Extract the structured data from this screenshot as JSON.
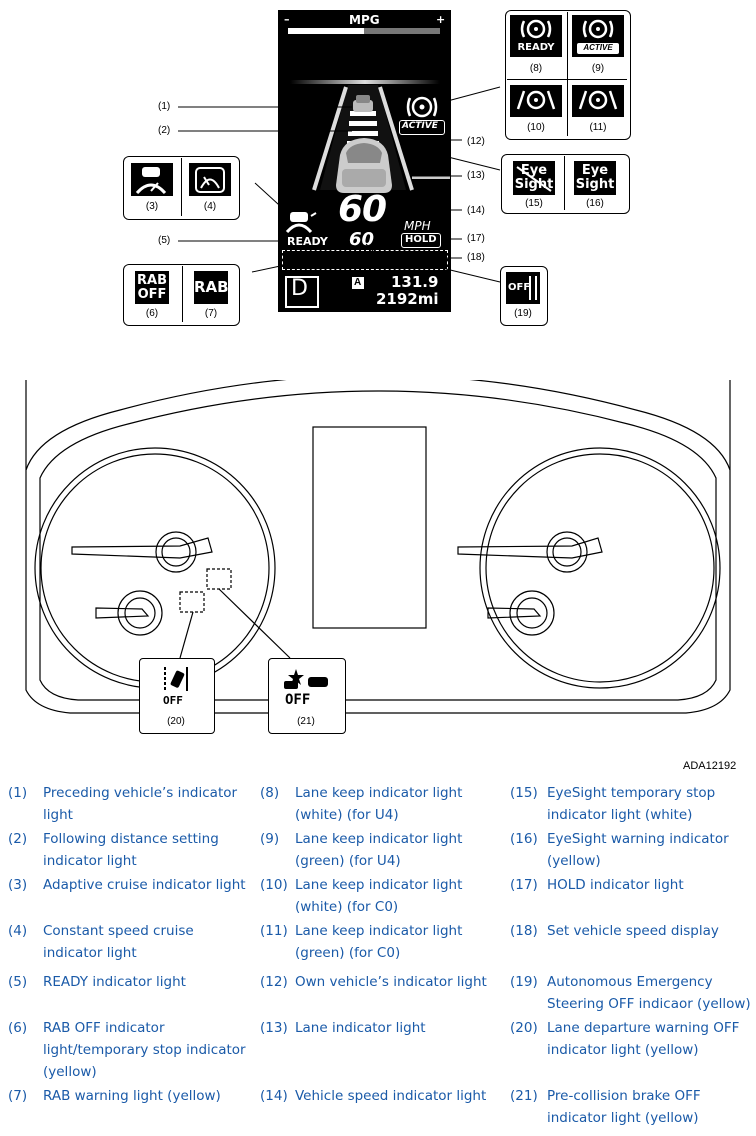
{
  "display": {
    "mpg_label": "MPG",
    "mpg_minus": "–",
    "mpg_plus": "+",
    "active_label": "ACTIVE",
    "speed": "60",
    "unit": "MPH",
    "hold": "HOLD",
    "ready": "READY",
    "set_speed": "60",
    "gear": "D",
    "trip_letter": "A",
    "trip_value": "131.9",
    "odometer": "2192mi"
  },
  "callouts": {
    "c1": "(1)",
    "c2": "(2)",
    "c5": "(5)",
    "c12": "(12)",
    "c13": "(13)",
    "c14": "(14)",
    "c17": "(17)",
    "c18": "(18)"
  },
  "icon_boxes": {
    "b8": {
      "caption": "(8)",
      "label": "READY"
    },
    "b9": {
      "caption": "(9)",
      "label": "ACTIVE"
    },
    "b10": {
      "caption": "(10)"
    },
    "b11": {
      "caption": "(11)"
    },
    "b3": {
      "caption": "(3)"
    },
    "b4": {
      "caption": "(4)"
    },
    "b15": {
      "caption": "(15)",
      "line1": "Eye",
      "line2": "Sight"
    },
    "b16": {
      "caption": "(16)",
      "line1": "Eye",
      "line2": "Sight"
    },
    "b6": {
      "caption": "(6)",
      "line1": "RAB",
      "line2": "OFF"
    },
    "b7": {
      "caption": "(7)",
      "label": "RAB"
    },
    "b19": {
      "caption": "(19)",
      "label": "OFF"
    },
    "b20": {
      "caption": "(20)",
      "label": "OFF"
    },
    "b21": {
      "caption": "(21)",
      "label": "OFF"
    }
  },
  "figure_code": "ADA12192",
  "legend": [
    {
      "num": "(1)",
      "text": "Preceding vehicle’s indicator light"
    },
    {
      "num": "(2)",
      "text": "Following distance setting indicator light"
    },
    {
      "num": "(3)",
      "text": "Adaptive cruise indicator light"
    },
    {
      "num": "(4)",
      "text": "Constant speed cruise indicator light"
    },
    {
      "num": "(5)",
      "text": "READY indicator light"
    },
    {
      "num": "(6)",
      "text": "RAB OFF indicator light/temporary stop indicator (yellow)"
    },
    {
      "num": "(7)",
      "text": "RAB warning light (yellow)"
    },
    {
      "num": "(8)",
      "text": "Lane keep indicator light (white) (for U4)"
    },
    {
      "num": "(9)",
      "text": "Lane keep indicator light (green) (for U4)"
    },
    {
      "num": "(10)",
      "text": "Lane keep indicator light (white) (for C0)"
    },
    {
      "num": "(11)",
      "text": "Lane keep indicator light (green) (for C0)"
    },
    {
      "num": "(12)",
      "text": "Own vehicle’s indicator light"
    },
    {
      "num": "(13)",
      "text": "Lane indicator light"
    },
    {
      "num": "(14)",
      "text": "Vehicle speed indicator light"
    },
    {
      "num": "(15)",
      "text": "EyeSight temporary stop indicator light (white)"
    },
    {
      "num": "(16)",
      "text": "EyeSight warning indicator (yellow)"
    },
    {
      "num": "(17)",
      "text": "HOLD indicator light"
    },
    {
      "num": "(18)",
      "text": "Set vehicle speed display"
    },
    {
      "num": "(19)",
      "text": "Autonomous Emergency Steering OFF indicaor (yellow)"
    },
    {
      "num": "(20)",
      "text": "Lane departure warning OFF indicator light (yellow)"
    },
    {
      "num": "(21)",
      "text": "Pre-collision brake OFF indicator light (yellow)"
    }
  ],
  "colors": {
    "legend_text": "#1a5aa8",
    "display_bg": "#000000"
  }
}
